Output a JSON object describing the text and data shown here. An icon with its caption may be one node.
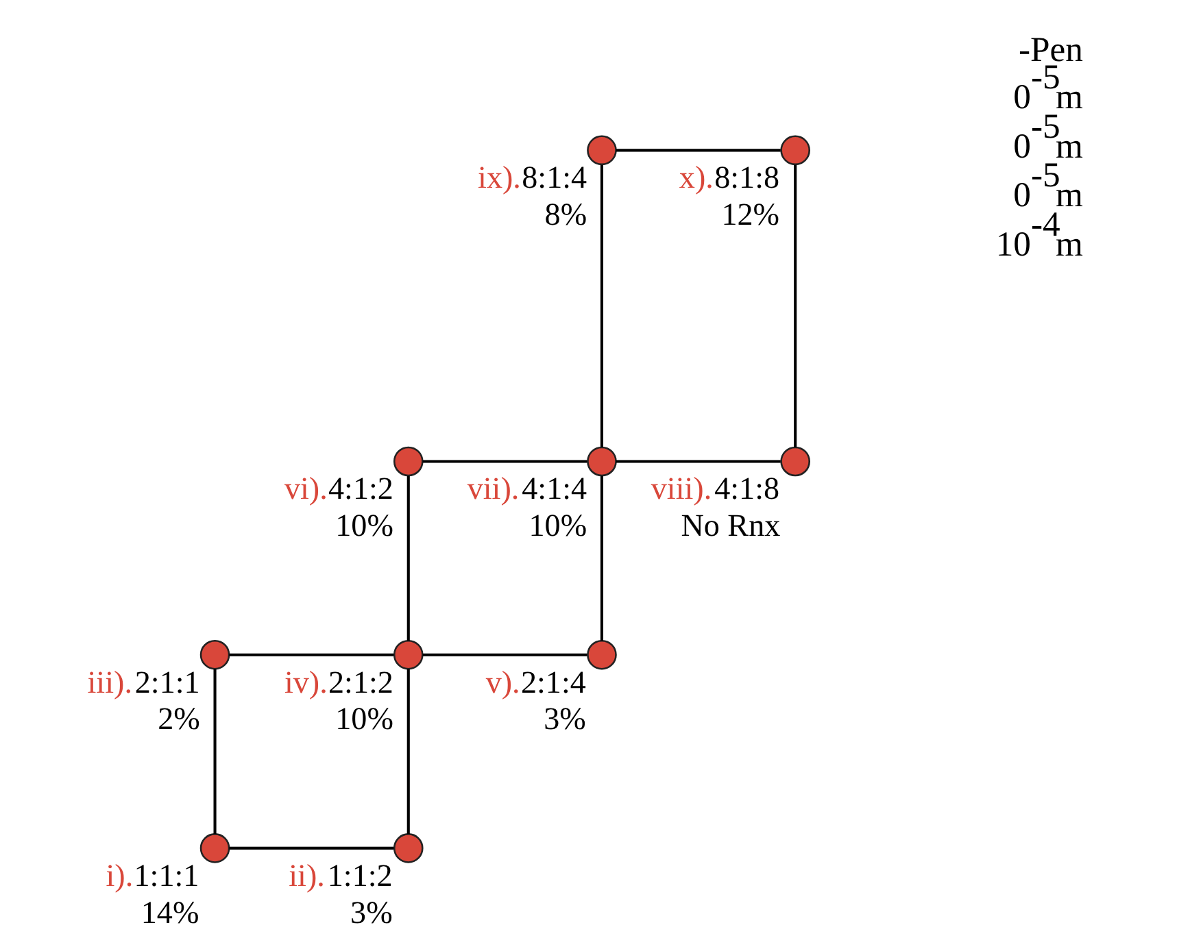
{
  "diagram": {
    "nodes": [
      {
        "text": [],
        "shape": "circle",
        "beside": [
          "i).1:1:1",
          "14%"
        ]
      },
      {
        "text": [],
        "shape": "circle",
        "beside": [
          "ii).1:1:2",
          "3%"
        ]
      },
      {
        "text": [],
        "shape": "circle",
        "beside": [
          "iii).2:1:1",
          "2%"
        ]
      },
      {
        "text": [],
        "shape": "circle",
        "beside": [
          "iv).2:1:2",
          "10%"
        ]
      },
      {
        "text": [],
        "shape": "circle",
        "beside": [
          "v).2:1:4",
          "3%"
        ]
      },
      {
        "text": [],
        "shape": "circle",
        "beside": [
          "vi).4:1:2",
          "10%"
        ]
      },
      {
        "text": [],
        "shape": "circle",
        "beside": [
          "vii).4:1:4",
          "10%"
        ]
      },
      {
        "text": [],
        "shape": "circle",
        "beside": [
          "viii).4:1:8",
          "No Rnx"
        ]
      },
      {
        "text": [],
        "shape": "circle",
        "beside": [
          "ix).8:1:4",
          "8%"
        ]
      },
      {
        "text": [],
        "shape": "circle",
        "beside": [
          "x).8:1:8",
          "12%"
        ]
      }
    ],
    "edges": [
      {
        "from": 0,
        "to": 1,
        "arrow": "none"
      },
      {
        "from": 0,
        "to": 2,
        "arrow": "none"
      },
      {
        "from": 2,
        "to": 3,
        "arrow": "none"
      },
      {
        "from": 1,
        "to": 3,
        "arrow": "none"
      },
      {
        "from": 3,
        "to": 4,
        "arrow": "none"
      },
      {
        "from": 3,
        "to": 5,
        "arrow": "none"
      },
      {
        "from": 5,
        "to": 6,
        "arrow": "none"
      },
      {
        "from": 4,
        "to": 6,
        "arrow": "none"
      },
      {
        "from": 6,
        "to": 7,
        "arrow": "none"
      },
      {
        "from": 6,
        "to": 8,
        "arrow": "none"
      },
      {
        "from": 8,
        "to": 9,
        "arrow": "none"
      },
      {
        "from": 7,
        "to": 9,
        "arrow": "none"
      }
    ],
    "labels": [
      "-Pen",
      "0$^{-5}$m",
      "0$^{-5}$m",
      "0$^{-5}$m",
      "10$^{-4}$m"
    ]
  }
}
